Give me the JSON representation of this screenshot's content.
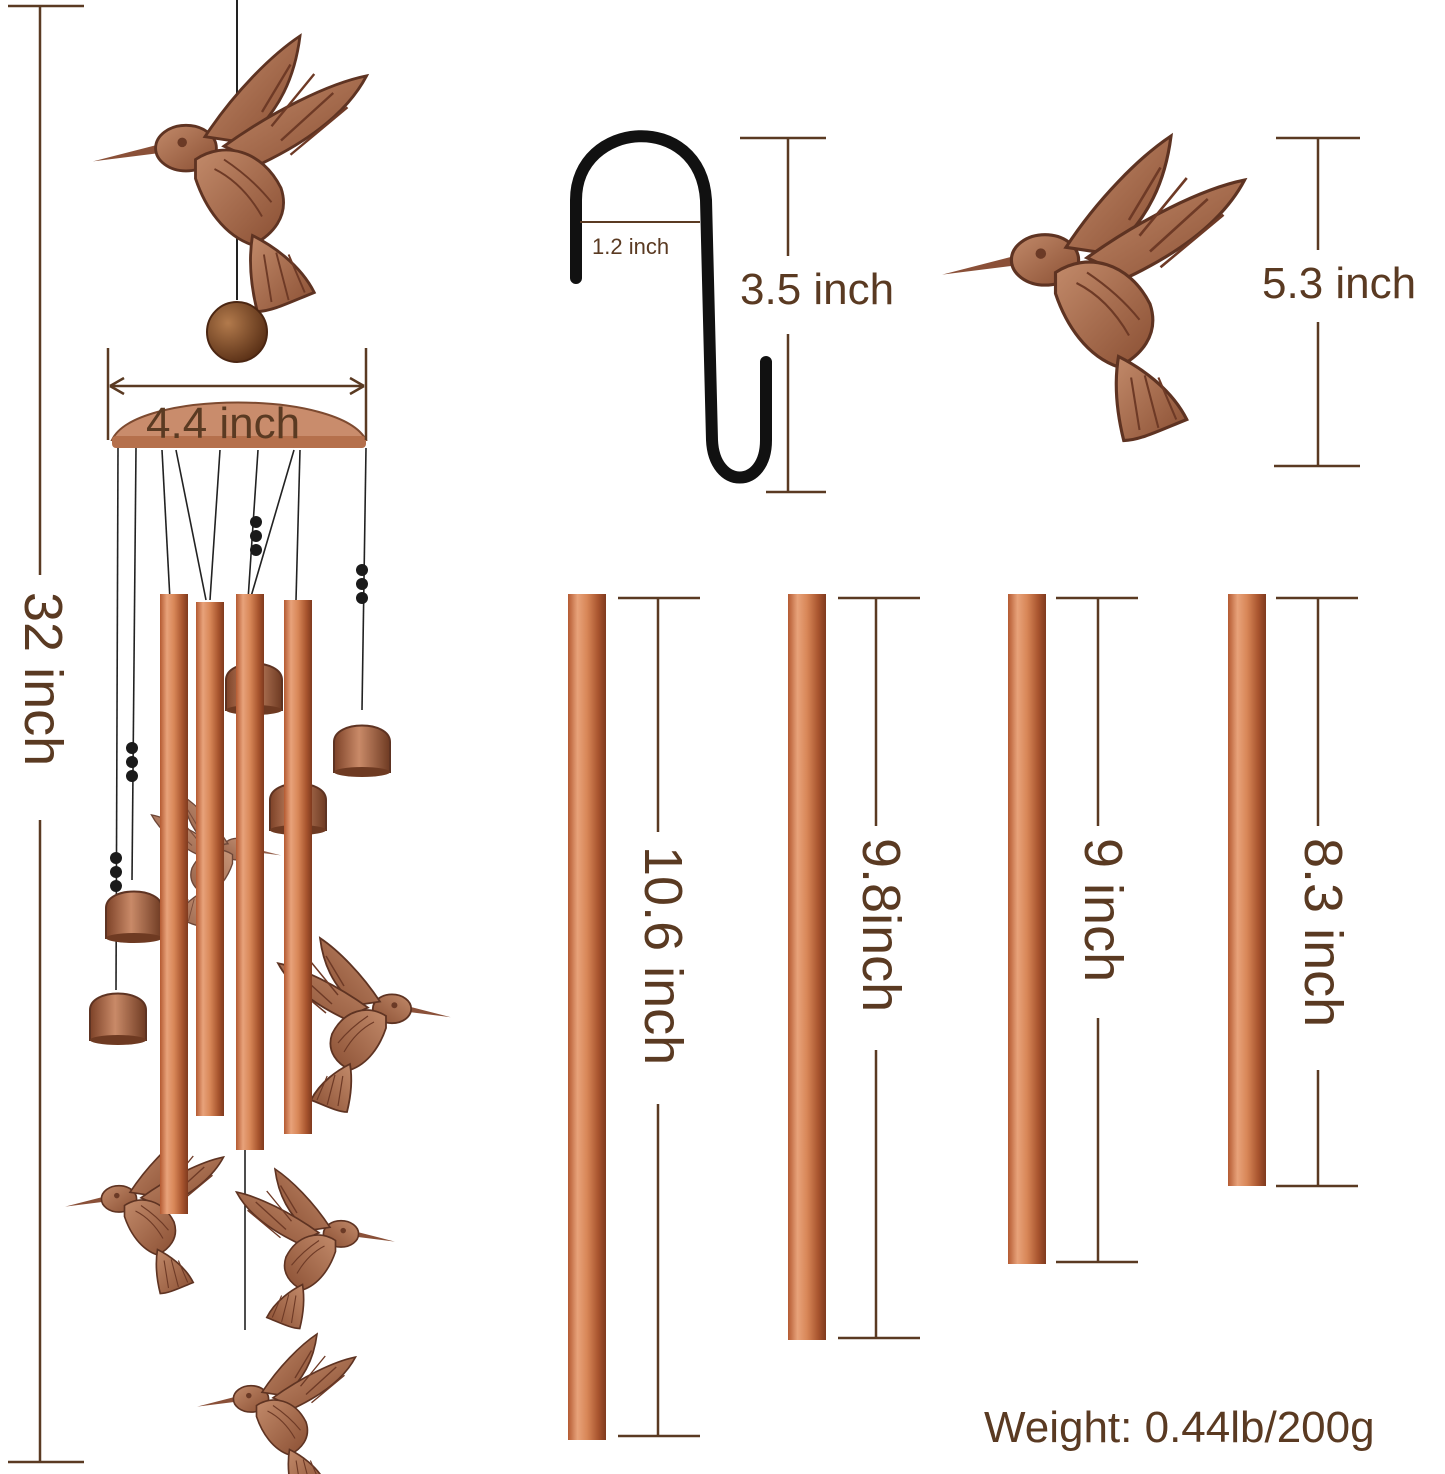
{
  "labels": {
    "total_length": "32 inch",
    "top_width": "4.4 inch",
    "hook_width": "1.2 inch",
    "hook_height": "3.5 inch",
    "bird_height": "5.3 inch",
    "tube1": "10.6 inch",
    "tube2": "9.8inch",
    "tube3": "9 inch",
    "tube4": "8.3 inch",
    "weight": "Weight: 0.44lb/200g"
  },
  "colors": {
    "text": "#5a3a22",
    "dimension_line": "#5a3a22",
    "copper": "#c9774a",
    "copper_dark": "#8a4a2c",
    "hook": "#111111"
  },
  "icons": [
    "hummingbird-icon",
    "s-hook-icon",
    "bell-icon",
    "copper-tube-icon"
  ]
}
